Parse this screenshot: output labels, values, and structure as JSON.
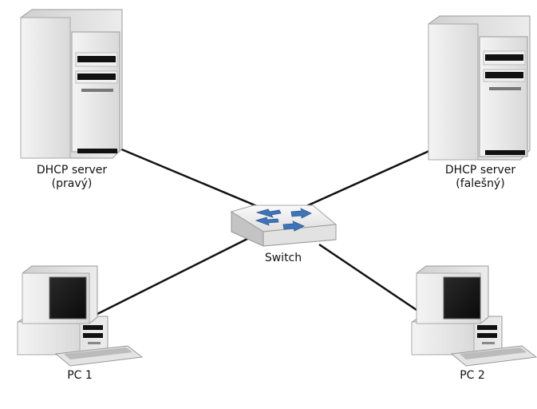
{
  "nodes": {
    "server_left": {
      "line1": "DHCP server",
      "line2": "(pravý)"
    },
    "server_right": {
      "line1": "DHCP server",
      "line2": "(falešný)"
    },
    "switch": {
      "label": "Switch"
    },
    "pc1": {
      "label": "PC 1"
    },
    "pc2": {
      "label": "PC 2"
    }
  },
  "connections": [
    {
      "from": "server_left",
      "to": "switch"
    },
    {
      "from": "server_right",
      "to": "switch"
    },
    {
      "from": "pc1",
      "to": "switch"
    },
    {
      "from": "pc2",
      "to": "switch"
    }
  ]
}
